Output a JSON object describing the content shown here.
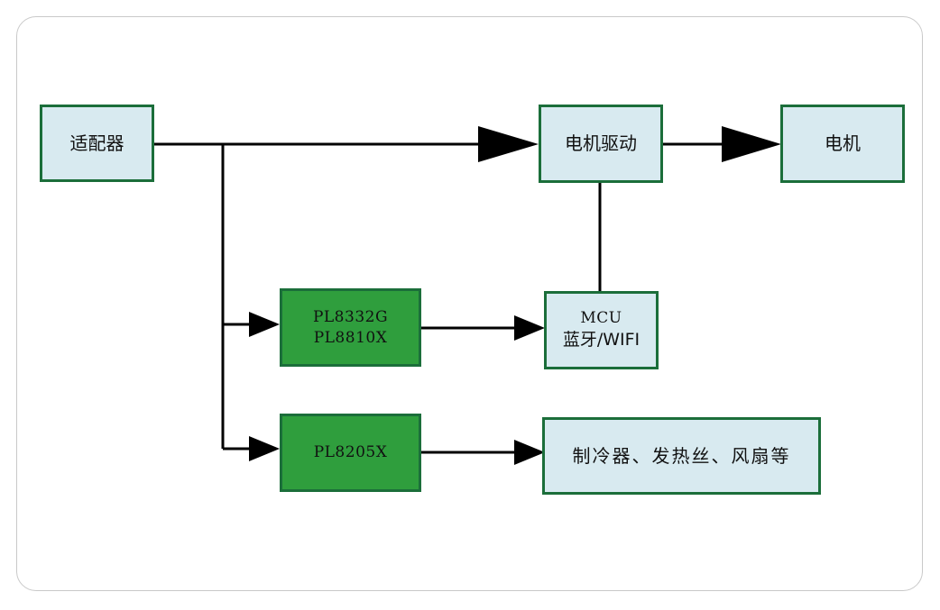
{
  "nodes": {
    "adapter": "适配器",
    "motor_driver": "电机驱动",
    "motor": "电机",
    "chip_upper_line1": "PL8332G",
    "chip_upper_line2": "PL8810X",
    "mcu_line1": "MCU",
    "mcu_line2": "蓝牙/WIFI",
    "chip_lower": "PL8205X",
    "loads": "制冷器、发热丝、风扇等"
  },
  "colors": {
    "box_fill": "#d8eaf0",
    "chip_fill": "#2f9e3d",
    "border": "#1b6e3a",
    "wire": "#000000"
  }
}
